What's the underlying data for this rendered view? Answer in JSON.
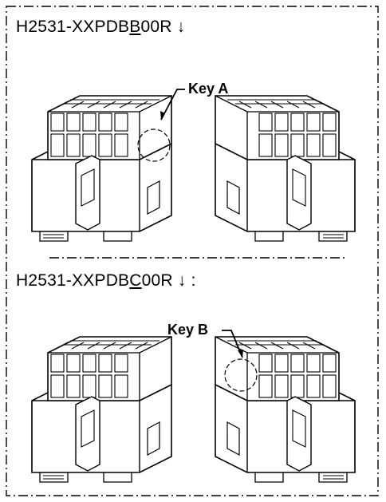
{
  "sections": [
    {
      "part_prefix": "H2531-XXPDB",
      "part_key_letter": "B",
      "part_suffix": "00R",
      "part_marker": "↓",
      "key_label": "Key A"
    },
    {
      "part_prefix": "H2531-XXPDB",
      "part_key_letter": "C",
      "part_suffix": "00R",
      "part_marker": "↓ :",
      "key_label": "Key B"
    }
  ],
  "icons": {
    "connector": "connector-drawing-icon",
    "leader": "leader-arrow-icon",
    "key_circle": "key-highlight-circle-icon"
  }
}
